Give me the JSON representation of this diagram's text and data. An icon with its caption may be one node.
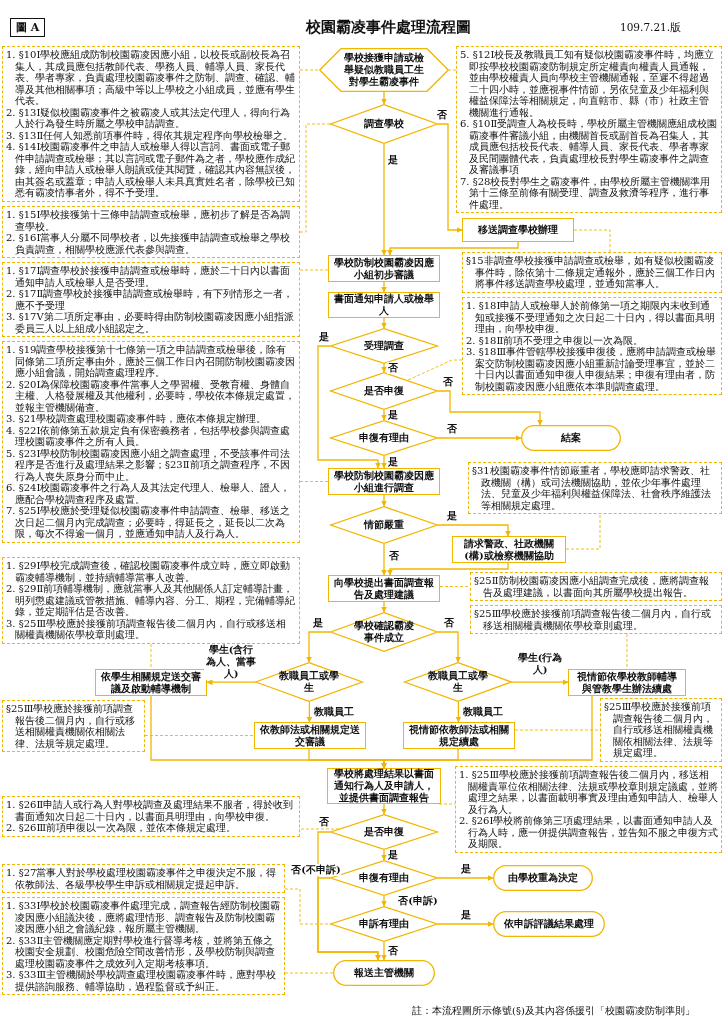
{
  "diagram": {
    "title": "校園霸凌事件處理流程圖",
    "nodes": [
      {
        "text": [
          "學校接獲申請或檢舉疑似教職員工生對學生霸凌事件"
        ]
      },
      {
        "text": [
          "調查學校"
        ]
      },
      {
        "text": [
          "移送調查學校辦理"
        ]
      },
      {
        "text": [
          "學校防制校園霸凌因應小組初步審議"
        ]
      },
      {
        "text": [
          "書面通知申請人或檢舉人"
        ]
      },
      {
        "text": [
          "受理調查"
        ]
      },
      {
        "text": [
          "是否申復"
        ]
      },
      {
        "text": [
          "申復有理由"
        ]
      },
      {
        "text": [
          "結案"
        ]
      },
      {
        "text": [
          "學校防制校園霸凌因應小組進行調查"
        ]
      },
      {
        "text": [
          "情節嚴重"
        ]
      },
      {
        "text": [
          "請求警政、社政機關(構)或檢察機關協助"
        ]
      },
      {
        "text": [
          "向學校提出書面調查報告及處理建議"
        ]
      },
      {
        "text": [
          "學校確認霸凌事件成立"
        ]
      },
      {
        "text": [
          "教職員工或學生"
        ]
      },
      {
        "text": [
          "依學生相關規定送交審議及啟動輔導機制"
        ]
      },
      {
        "text": [
          "教職員工或學生"
        ]
      },
      {
        "text": [
          "視情節依學校教師輔導與管教學生辦法續處"
        ]
      },
      {
        "text": [
          "依教師法或相關規定送交審議"
        ]
      },
      {
        "text": [
          "視情節依教師法或相關規定續處"
        ]
      },
      {
        "text": [
          "學校將處理結果以書面通知行為人及申請人，並提供書面調查報告"
        ]
      },
      {
        "text": [
          "是否申復"
        ]
      },
      {
        "text": [
          "申復有理由"
        ]
      },
      {
        "text": [
          "由學校重為決定"
        ]
      },
      {
        "text": [
          "申訴有理由"
        ]
      },
      {
        "text": [
          "依申訴評議結果處理"
        ]
      },
      {
        "text": [
          "報送主管機關"
        ]
      },
      {
        "text": [
          "1. §10Ⅰ學校應組成防制校園霸凌因應小組，以校長或副校長為召集人，其成員應包括教師代表、學務人員、輔導人員、家長代表、學者專家，負責處理校園霸凌事件之防制、調查、確認、輔導及其他相關事項；高級中等以上學校之小組成員，並應有學生代表。",
          "2. §13Ⅰ疑似校園霸凌事件之被霸凌人或其法定代理人，得向行為人於行為發生時所屬之學校申請調查。",
          "3. §13Ⅱ任何人知悉前項事件時，得依其規定程序向學校檢舉之。",
          "4. §14Ⅰ校園霸凌事件之申請人或檢舉人得以言詞、書面或電子郵件申請調查或檢舉；其以言詞或電子郵件為之者，學校應作成紀錄，經向申請人或檢舉人朗讀或使其閱覽，確認其內容無誤後，由其簽名或蓋章；申請人或檢舉人未具真實姓名者，除學校已知悉有霸凌情事者外，得不予受理。"
        ]
      },
      {
        "text": [
          "5. §12Ⅰ校長及教職員工知有疑似校園霸凌事件時，均應立即按學校校園霸凌防制規定所定權責向權責人員通報，並由學校權責人員向學校主管機關通報，至遲不得超過二十四小時，並應視事件情節，另依兒童及少年福利與權益保障法等相關規定，向直轄市、縣（市）社政主管機關進行通報。",
          "6. §10Ⅱ受調查人為校長時，學校所屬主管機關應組成校園霸凌事件審議小組，由機關首長或副首長為召集人，其成員應包括校長代表、輔導人員、家長代表、學者專家及民間團體代表，負責處理校長對學生霸凌事件之調查及審議事項",
          "7. §28校長對學生之霸凌事件，由學校所屬主管機關準用第十三條至前條有關受理、調查及救濟等程序，進行事件處理。"
        ]
      },
      {
        "text": [
          "1. §15Ⅰ學校接獲第十三條申請調查或檢舉，應初步了解是否為調查學校。",
          "2. §16Ⅰ當事人分屬不同學校者，以先接獲申請調查或檢舉之學校負責調查，相關學校應派代表參與調查。"
        ]
      },
      {
        "text": [
          "§15非調查學校接獲申請調查或檢舉，如有疑似校園霸凌事件時，除依第十二條規定通報外，應於三個工作日內將事件移送調查學校處理，並通知當事人。"
        ]
      },
      {
        "text": [
          "1. §17Ⅰ調查學校於接獲申請調查或檢舉時，應於二十日內以書面通知申請人或檢舉人是否受理。",
          "2. §17Ⅱ調查學校於接獲申請調查或檢舉時，有下列情形之一者，應不予受理",
          "3. §17Ⅴ第二項所定事由，必要時得由防制校園霸凌因應小組指派委員三人以上組成小組認定之。"
        ]
      },
      {
        "text": [
          "1. §18Ⅰ申請人或檢舉人於前條第一項之期限內未收到通知或接獲不受理通知之次日起二十日內，得以書面具明理由，向學校申復。",
          "2. §18Ⅱ前項不受理之申復以一次為限。",
          "3. §18Ⅲ事件管轄學校接獲申復後，應將申請調查或檢舉案交防制校園霸凌因應小組重新討論受理事宜，並於二十日內以書面通知申復人申復結果；申復有理由者，防制校園霸凌因應小組應依本準則調查處理。"
        ]
      },
      {
        "text": [
          "1. §19調查學校接獲第十七條第一項之申請調查或檢舉後，除有同條第二項所定事由外，應於三個工作日內召開防制校園霸凌因應小組會議，開始調查處理程序。",
          "2. §20Ⅰ為保障校園霸凌事件當事人之學習權、受教育權、身體自主權、人格發展權及其他權利，必要時，學校依本條規定處置，並報主管機關備查。",
          "3. §21學校調查處理校園霸凌事件時，應依本條規定辦理。",
          "4. §22Ⅰ依前條第五款規定負有保密義務者，包括學校參與調查處理校園霸凌事件之所有人員。",
          "5. §23Ⅰ學校防制校園霸凌因應小組之調查處理，不受該事件司法程序是否進行及處理結果之影響；§23Ⅱ前項之調查程序，不因行為人喪失原身分而中止。",
          "6. §24Ⅰ校園霸凌事件之行為人及其法定代理人、檢舉人、證人，應配合學校調查程序及處置。",
          "7. §25Ⅰ學校應於受理疑似校園霸凌事件申請調查、檢舉、移送之次日起二個月內完成調查；必要時，得延長之，延長以二次為限，每次不得逾一個月，並應通知申請人及行為人。"
        ]
      },
      {
        "text": [
          "§31校園霸凌事件情節嚴重者，學校應即請求警政、社政機關（構）或司法機關協助，並依少年事件處理法、兒童及少年福利與權益保障法、社會秩序維護法等相關規定處理。"
        ]
      },
      {
        "text": [
          "1. §29Ⅰ學校完成調查後，確認校園霸凌事件成立時，應立即啟動霸凌輔導機制，並持續輔導當事人改善。",
          "2. §29Ⅱ前項輔導機制，應就當事人及其他關係人訂定輔導計畫，明列懲處建議或管教措施、輔導內容、分工、期程，完備輔導紀錄，並定期評估是否改善。",
          "3. §25Ⅲ學校應於接獲前項調查報告後二個月內，自行或移送相關權責機關依學校章則處理。"
        ]
      },
      {
        "text": [
          "§25Ⅱ防制校園霸凌因應小組調查完成後，應將調查報告及處理建議，以書面向其所屬學校提出報告。"
        ]
      },
      {
        "text": [
          "§25Ⅲ學校應於接獲前項調查報告後二個月內，自行或移送相關權責機關依學校章則處理。"
        ]
      },
      {
        "text": [
          "§25Ⅲ學校應於接獲前項調查報告後二個月內，自行或移送相關權責機關依相關法律、法規等規定處理。"
        ]
      },
      {
        "text": [
          "§25Ⅲ學校應於接獲前項調查報告後二個月內，自行或移送相關權責機關依相關法律、法規等規定處理。"
        ]
      },
      {
        "text": [
          "1. §25Ⅲ學校應於接獲前項調查報告後二個月內，移送相關權責單位依相關法律、法規或學校章則規定議處，並將處理之結果，以書面載明事實及理由通知申請人、檢舉人及行為人。",
          "2. §26Ⅰ學校將前條第三項處理結果，以書面通知申請人及行為人時，應一併提供調查報告，並告知不服之申復方式及期限。"
        ]
      },
      {
        "text": [
          "1. §26Ⅱ申請人或行為人對學校調查及處理結果不服者，得於收到書面通知次日起二十日內，以書面具明理由，向學校申復。",
          "2. §26Ⅲ前項申復以一次為限，並依本條規定處理。"
        ]
      },
      {
        "text": [
          "1. §27當事人對於學校處理校園霸凌事件之申復決定不服，得依教師法、各級學校學生申訴或相關規定提起申訴。"
        ]
      },
      {
        "text": [
          "1. §33Ⅰ學校於校園霸凌事件處理完成，調查報告經防制校園霸凌因應小組議決後，應將處理情形、調查報告及防制校園霸凌因應小組之會議紀錄，報所屬主管機關。",
          "2. §33Ⅱ主管機關應定期對學校進行督導考核，並將第五條之校園安全規劃、校園危險空間改善情形，及學校防制與調查處理校園霸凌事件之成效列入定期考核事項。",
          "3. §33Ⅲ主管機關於學校調查處理校園霸凌事件時，應對學校提供諮詢服務、輔導協助，過程監督或予糾正。"
        ]
      }
    ],
    "edges": [
      {
        "from": 0,
        "to": 1,
        "arrow": "to"
      },
      {
        "from": 1,
        "to": 2,
        "arrow": "to",
        "label": "否"
      },
      {
        "from": 1,
        "to": 3,
        "arrow": "to",
        "label": "是"
      },
      {
        "from": 2,
        "to": 3,
        "arrow": "to"
      },
      {
        "from": 3,
        "to": 4,
        "arrow": "to"
      },
      {
        "from": 4,
        "to": 5,
        "arrow": "to"
      },
      {
        "from": 5,
        "to": 9,
        "arrow": "to",
        "label": "是"
      },
      {
        "from": 5,
        "to": 6,
        "arrow": "to",
        "label": "否"
      },
      {
        "from": 6,
        "to": 8,
        "arrow": "to",
        "label": "否"
      },
      {
        "from": 6,
        "to": 7,
        "arrow": "to",
        "label": "是"
      },
      {
        "from": 7,
        "to": 8,
        "arrow": "to",
        "label": "否"
      },
      {
        "from": 7,
        "to": 9,
        "arrow": "to",
        "label": "是"
      },
      {
        "from": 9,
        "to": 10,
        "arrow": "to"
      },
      {
        "from": 10,
        "to": 11,
        "arrow": "to",
        "label": "是"
      },
      {
        "from": 11,
        "to": 12,
        "arrow": "to"
      },
      {
        "from": 10,
        "to": 12,
        "arrow": "to",
        "label": "否"
      },
      {
        "from": 12,
        "to": 13,
        "arrow": "to"
      },
      {
        "from": 13,
        "to": 14,
        "arrow": "to",
        "label": "是"
      },
      {
        "from": 13,
        "to": 16,
        "arrow": "to",
        "label": "否"
      },
      {
        "from": 14,
        "to": 15,
        "arrow": "to",
        "label": "學生(含行為人、當事人)"
      },
      {
        "from": 14,
        "to": 18,
        "arrow": "to",
        "label": "教職員工"
      },
      {
        "from": 16,
        "to": 17,
        "arrow": "to",
        "label": "學生(行為人)"
      },
      {
        "from": 16,
        "to": 19,
        "arrow": "to",
        "label": "教職員工"
      },
      {
        "from": 15,
        "to": 20,
        "arrow": "to"
      },
      {
        "from": 18,
        "to": 20,
        "arrow": "to"
      },
      {
        "from": 19,
        "to": 20,
        "arrow": "to"
      },
      {
        "from": 17,
        "to": 20,
        "arrow": "to"
      },
      {
        "from": 20,
        "to": 21,
        "arrow": "to"
      },
      {
        "from": 21,
        "to": 22,
        "arrow": "to",
        "label": "是"
      },
      {
        "from": 21,
        "to": 26,
        "arrow": "to",
        "label": "否"
      },
      {
        "from": 22,
        "to": 23,
        "arrow": "to",
        "label": "是"
      },
      {
        "from": 22,
        "to": 26,
        "arrow": "to",
        "label": "否(不申訴)"
      },
      {
        "from": 22,
        "to": 24,
        "arrow": "to",
        "label": "否(申訴)"
      },
      {
        "from": 24,
        "to": 25,
        "arrow": "to",
        "label": "是"
      },
      {
        "from": 24,
        "to": 26,
        "arrow": "to",
        "label": "否"
      },
      {
        "from": 27,
        "to": 0,
        "arrow": "none",
        "style": "dashed"
      },
      {
        "from": 28,
        "to": 0,
        "arrow": "none",
        "style": "dashed"
      },
      {
        "from": 29,
        "to": 1,
        "arrow": "none",
        "style": "dashed"
      },
      {
        "from": 2,
        "to": 30,
        "arrow": "none",
        "style": "dashed"
      },
      {
        "from": 31,
        "to": 3,
        "arrow": "none",
        "style": "dashed"
      },
      {
        "from": 32,
        "to": 6,
        "arrow": "none",
        "style": "dashed"
      },
      {
        "from": 33,
        "to": 9,
        "arrow": "none",
        "style": "dashed"
      },
      {
        "from": 11,
        "to": 34,
        "arrow": "none",
        "style": "dashed"
      },
      {
        "from": 35,
        "to": 15,
        "arrow": "none",
        "style": "dashed"
      },
      {
        "from": 12,
        "to": 36,
        "arrow": "none",
        "style": "dashed"
      },
      {
        "from": 37,
        "to": 17,
        "arrow": "none",
        "style": "dashed"
      },
      {
        "from": 38,
        "to": 18,
        "arrow": "none",
        "style": "dashed"
      },
      {
        "from": 19,
        "to": 39,
        "arrow": "none",
        "style": "dashed"
      },
      {
        "from": 20,
        "to": 40,
        "arrow": "none",
        "style": "dashed"
      },
      {
        "from": 21,
        "to": 41,
        "arrow": "none",
        "style": "dashed"
      },
      {
        "from": 42,
        "to": 24,
        "arrow": "none",
        "style": "dashed"
      },
      {
        "from": 43,
        "to": 26,
        "arrow": "none",
        "style": "dashed"
      }
    ],
    "labels": [
      "圖 A",
      "109.7.21.版",
      "註：本流程圖所示條號(§)及其內容係援引「校園霸凌防制準則」"
    ]
  }
}
